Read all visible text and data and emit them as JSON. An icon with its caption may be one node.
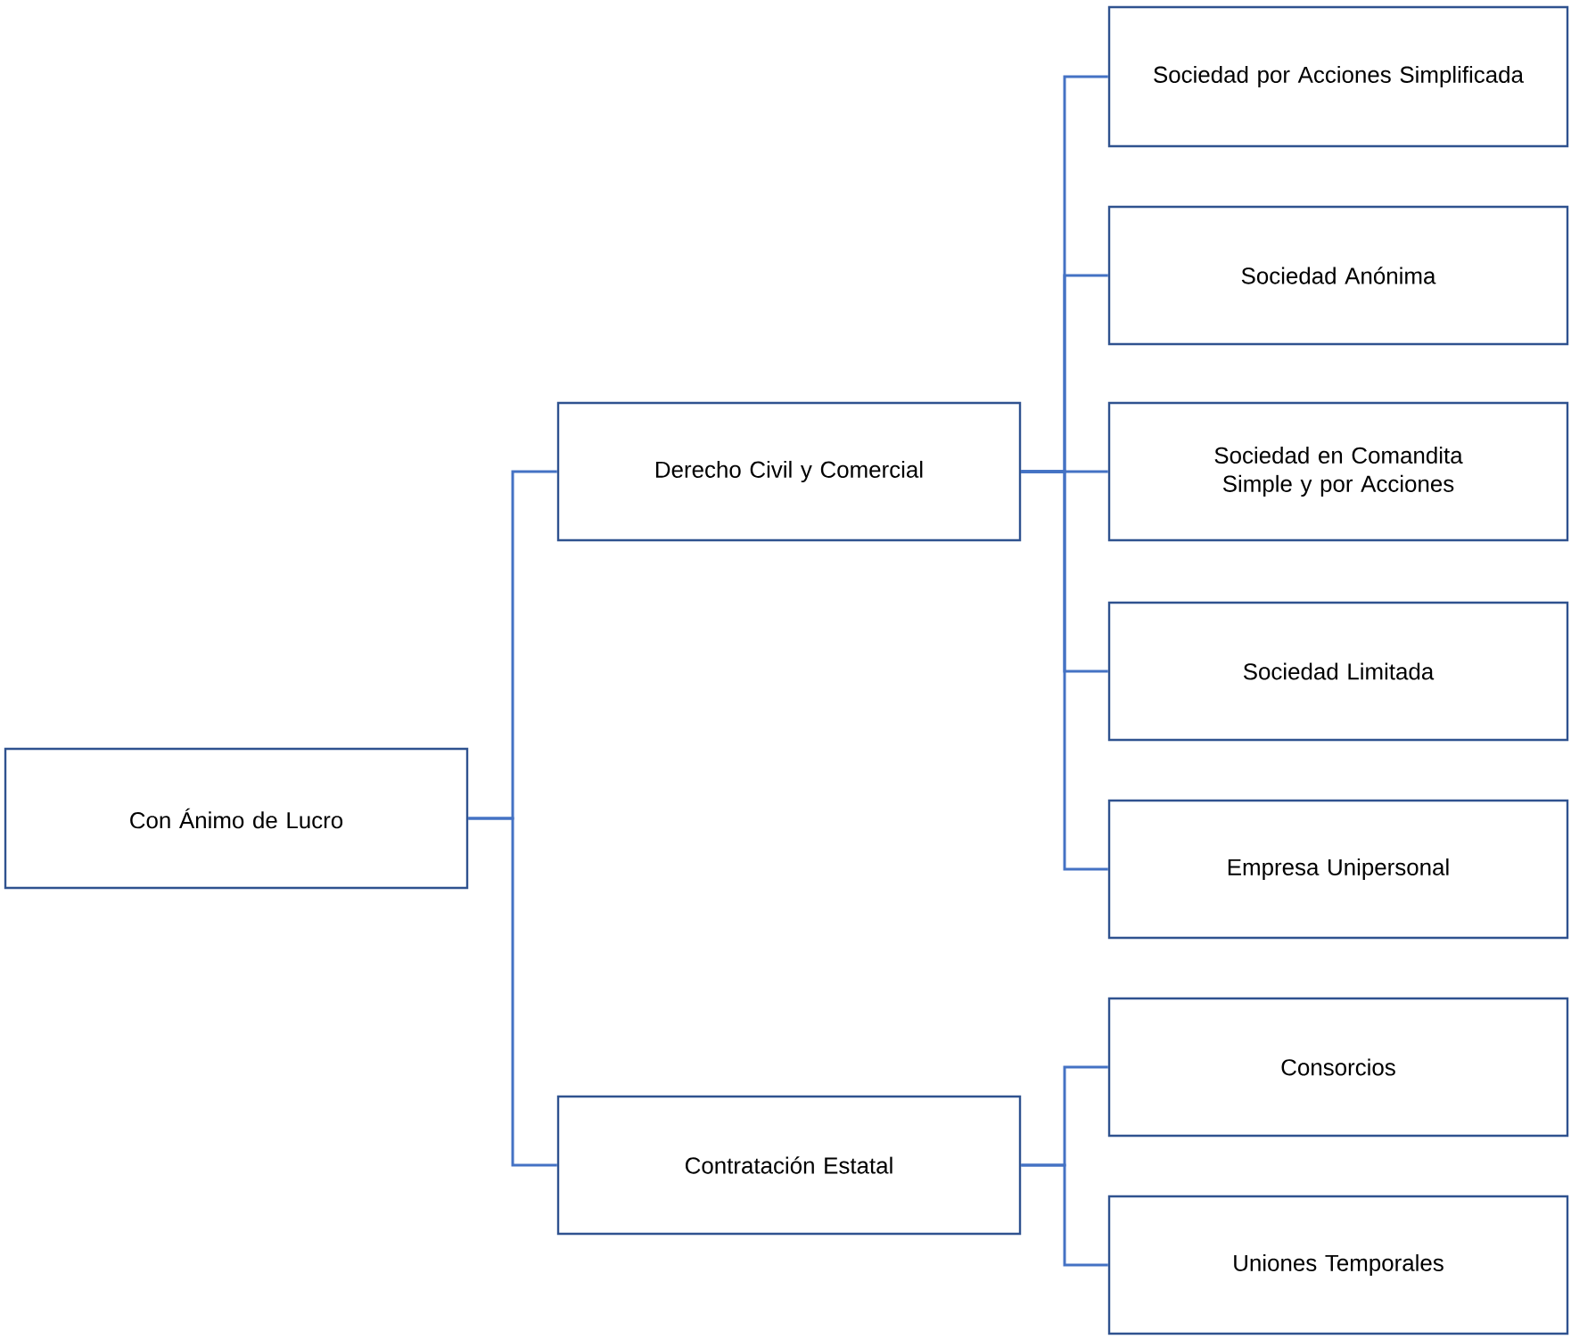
{
  "diagram": {
    "nodes": [
      {
        "text": [
          "Con Ánimo de Lucro"
        ]
      },
      {
        "text": [
          "Derecho Civil y Comercial"
        ]
      },
      {
        "text": [
          "Contratación Estatal"
        ]
      },
      {
        "text": [
          "Sociedad por Acciones Simplificada"
        ]
      },
      {
        "text": [
          "Sociedad Anónima"
        ]
      },
      {
        "text": [
          "Sociedad en Comandita Simple y por Acciones"
        ]
      },
      {
        "text": [
          "Sociedad Limitada"
        ]
      },
      {
        "text": [
          "Empresa Unipersonal"
        ]
      },
      {
        "text": [
          "Consorcios"
        ]
      },
      {
        "text": [
          "Uniones Temporales"
        ]
      }
    ],
    "edges": [
      {
        "from": 0,
        "to": 1,
        "arrow": "none"
      },
      {
        "from": 0,
        "to": 2,
        "arrow": "none"
      },
      {
        "from": 1,
        "to": 3,
        "arrow": "none"
      },
      {
        "from": 1,
        "to": 4,
        "arrow": "none"
      },
      {
        "from": 1,
        "to": 5,
        "arrow": "none"
      },
      {
        "from": 1,
        "to": 6,
        "arrow": "none"
      },
      {
        "from": 1,
        "to": 7,
        "arrow": "none"
      },
      {
        "from": 2,
        "to": 8,
        "arrow": "none"
      },
      {
        "from": 2,
        "to": 9,
        "arrow": "none"
      }
    ]
  }
}
